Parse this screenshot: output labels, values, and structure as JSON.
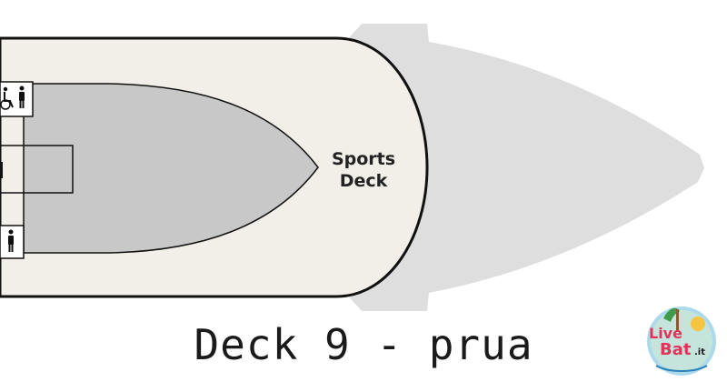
{
  "map": {
    "area_label_line1": "Sports",
    "area_label_line2": "Deck",
    "caption": "Deck 9 - prua"
  },
  "icons": {
    "wheelchair": "wheelchair-icon",
    "restroom": "restroom-icon"
  },
  "colors": {
    "hull": "#dedede",
    "deck": "#f2efe8",
    "inner_area": "#c8c8c8",
    "outline": "#111111"
  },
  "logo": {
    "text_live": "Live",
    "text_boat": "Bat",
    "text_domain": ".it"
  }
}
